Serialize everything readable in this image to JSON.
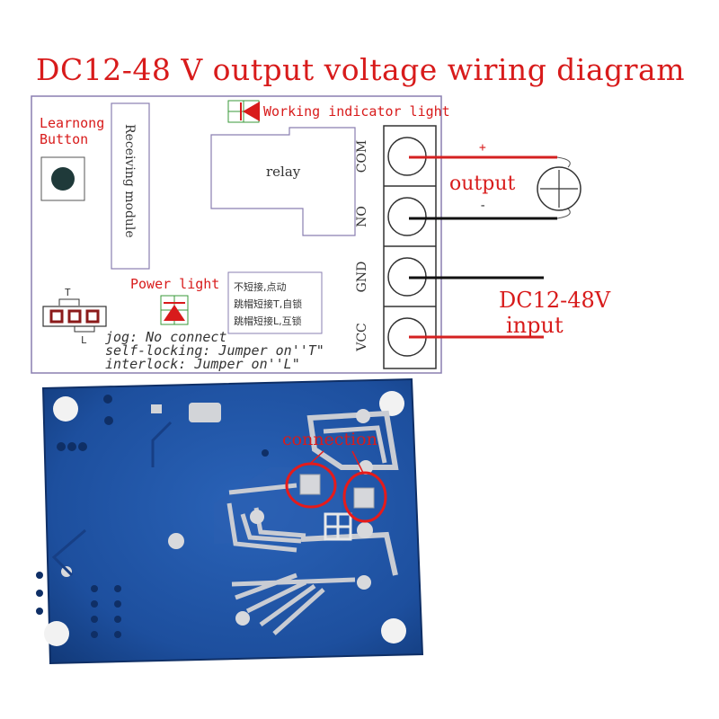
{
  "title": "DC12-48 V output voltage wiring diagram",
  "labels": {
    "learning_button": [
      "Learnong",
      "Button"
    ],
    "receiving_module": "Receiving module",
    "working_indicator": "Working indicator light",
    "relay": "relay",
    "power_light": "Power light",
    "jumper_t": "T",
    "jumper_l": "L",
    "chinese_notes": [
      "不短接,点动",
      "跳帽短接T,自锁",
      "跳帽短接L,互锁"
    ],
    "modes": [
      "jog: No connect",
      "self-locking: Jumper on''T\"",
      "interlock: Jumper on''L\""
    ],
    "terminals": [
      "COM",
      "NO",
      "GND",
      "VCC"
    ],
    "output": "output",
    "plus": "+",
    "minus": "-",
    "input": [
      "DC12-48V",
      "input"
    ],
    "connection": "connection"
  },
  "colors": {
    "title": "#d81b1b",
    "board_outline": "#8a7fb0",
    "wire_red": "#d42020",
    "wire_black": "#111111",
    "pcb_blue": "#1d4f9e",
    "trace_silver": "#c9ccd3",
    "highlight_ring": "#e51b1b"
  }
}
